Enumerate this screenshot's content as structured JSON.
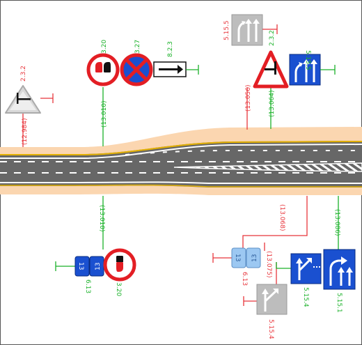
{
  "colors": {
    "road": "#676767",
    "shoulder": "#fbd6b0",
    "edge_line": "#e3b000",
    "marking": "#ffffff",
    "red_leader": "#e8353b",
    "green_leader": "#19b128",
    "sign_blue": "#1a50d0",
    "sign_red": "#e31e24",
    "sign_gray": "#bdbdbd"
  },
  "signs": {
    "s_232_left": {
      "code": "2.3.2",
      "station": "(12.984)"
    },
    "s_320_top": {
      "code": "3.20",
      "station": "(13.010)"
    },
    "s_327": {
      "code": "3.27"
    },
    "s_823": {
      "code": "8.2.3"
    },
    "s_5155_gray": {
      "code": "5.15.5"
    },
    "s_232_top": {
      "code": "2.3.2",
      "station": "(13.056)"
    },
    "s_5155_blue": {
      "code": "5.15.5",
      "station": "(13.064)"
    },
    "s_613_left": {
      "code": "6.13",
      "plate_text": "13"
    },
    "s_320_bottom": {
      "code": "3.20",
      "station": "(13.010)"
    },
    "s_613_right": {
      "code": "6.13",
      "plate_text": "13",
      "station": "(13.068)"
    },
    "s_5154_blue": {
      "code": "5.15.4",
      "station": "(13.075)"
    },
    "s_5154_gray": {
      "code": "5.15.4"
    },
    "s_5151": {
      "code": "5.15.1",
      "station": "(13.086)"
    }
  }
}
